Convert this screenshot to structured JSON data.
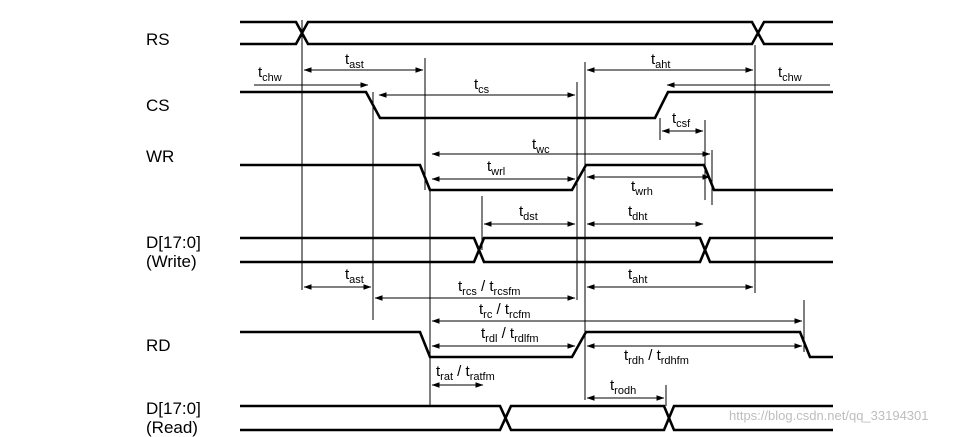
{
  "signals": {
    "rs": "RS",
    "cs": "CS",
    "wr": "WR",
    "dw_line1": "D[17:0]",
    "dw_line2": "(Write)",
    "rd": "RD",
    "dr_line1": "D[17:0]",
    "dr_line2": "(Read)"
  },
  "timings": {
    "tast_1": {
      "t": "t",
      "s": "ast"
    },
    "tchw_1": {
      "t": "t",
      "s": "chw"
    },
    "tcs": {
      "t": "t",
      "s": "cs"
    },
    "taht_1": {
      "t": "t",
      "s": "aht"
    },
    "tchw_2": {
      "t": "t",
      "s": "chw"
    },
    "tcsf": {
      "t": "t",
      "s": "csf"
    },
    "twc": {
      "t": "t",
      "s": "wc"
    },
    "twrl": {
      "t": "t",
      "s": "wrl"
    },
    "twrh": {
      "t": "t",
      "s": "wrh"
    },
    "tdst": {
      "t": "t",
      "s": "dst"
    },
    "tdht": {
      "t": "t",
      "s": "dht"
    },
    "tast_2": {
      "t": "t",
      "s": "ast"
    },
    "trcs": {
      "t": "t",
      "s": "rcs",
      "sep": " / ",
      "t2": "t",
      "s2": "rcsfm"
    },
    "taht_2": {
      "t": "t",
      "s": "aht"
    },
    "trc": {
      "t": "t",
      "s": "rc",
      "sep": " / ",
      "t2": "t",
      "s2": "rcfm"
    },
    "trdl": {
      "t": "t",
      "s": "rdl",
      "sep": " / ",
      "t2": "t",
      "s2": "rdlfm"
    },
    "trdh": {
      "t": "t",
      "s": "rdh",
      "sep": " / ",
      "t2": "t",
      "s2": "rdhfm"
    },
    "trat": {
      "t": "t",
      "s": "rat",
      "sep": " / ",
      "t2": "t",
      "s2": "ratfm"
    },
    "trodh": {
      "t": "t",
      "s": "rodh"
    }
  },
  "watermark": "https://blog.csdn.net/qq_33194301"
}
